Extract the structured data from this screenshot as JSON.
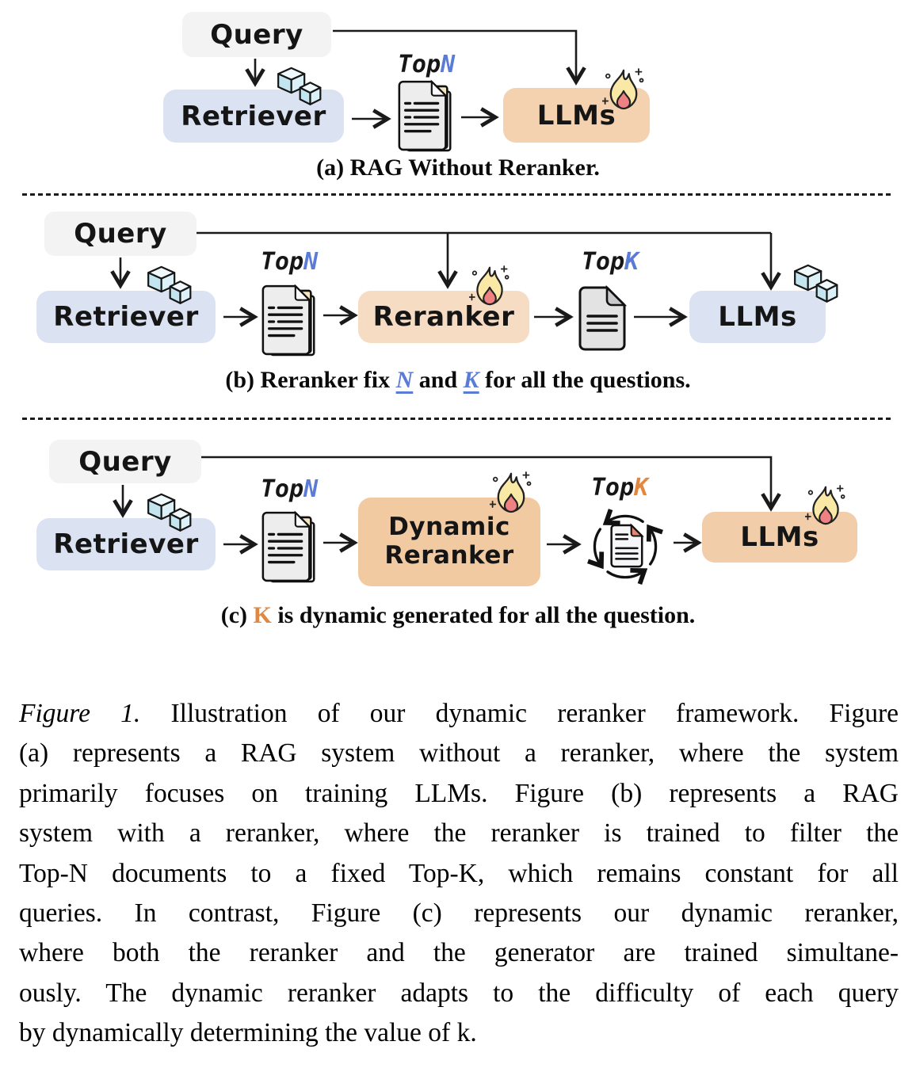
{
  "figure": {
    "colors": {
      "query_box": "#f3f3f3",
      "frozen_box_blue": "#dbe3f3",
      "trained_box_orange": "#f7dcc4",
      "dynamic_box_orange": "#f1caa2",
      "accent_n_blue": "#5b7cd6",
      "accent_k_orange": "#e2873f",
      "line_color": "#1a1a1a"
    },
    "panels": {
      "a": {
        "query": "Query",
        "retriever": "Retriever",
        "llms": "LLMs",
        "topn": {
          "prefix": "Top",
          "var": "N"
        },
        "caption": "(a) RAG Without Reranker."
      },
      "b": {
        "query": "Query",
        "retriever": "Retriever",
        "reranker": "Reranker",
        "llms": "LLMs",
        "topn": {
          "prefix": "Top",
          "var": "N"
        },
        "topk": {
          "prefix": "Top",
          "var": "K"
        },
        "caption": {
          "p1": "(b) Reranker fix ",
          "n": "N",
          "p2": " and ",
          "k": "K",
          "p3": " for all the questions."
        }
      },
      "c": {
        "query": "Query",
        "retriever": "Retriever",
        "reranker_line1": "Dynamic",
        "reranker_line2": "Reranker",
        "llms": "LLMs",
        "topn": {
          "prefix": "Top",
          "var": "N"
        },
        "topk": {
          "prefix": "Top",
          "var": "K"
        },
        "caption": {
          "p1": "(c) ",
          "k": "K",
          "p2": " is dynamic generated for all the question."
        }
      }
    },
    "icons": {
      "ice_cubes": "frozen (not trained) component",
      "fire": "trained component",
      "doc_stack": "Top-N retrieved documents",
      "doc_single": "Top-K fixed documents",
      "doc_cycle": "dynamically generated Top-K documents"
    },
    "caption": {
      "label": "Figure 1.",
      "line1_rest": "Illustration of our dynamic reranker framework. Figure",
      "lines": [
        "(a) represents a RAG system without a reranker, where the system",
        "primarily focuses on training LLMs. Figure (b) represents a RAG",
        "system with a reranker, where the reranker is trained to filter the",
        "Top-N documents to a fixed Top-K, which remains constant for all",
        "queries. In contrast, Figure (c) represents our dynamic reranker,",
        "where both the reranker and the generator are trained simultane-",
        "ously. The dynamic reranker adapts to the difficulty of each query",
        "by dynamically determining the value of k."
      ]
    }
  }
}
